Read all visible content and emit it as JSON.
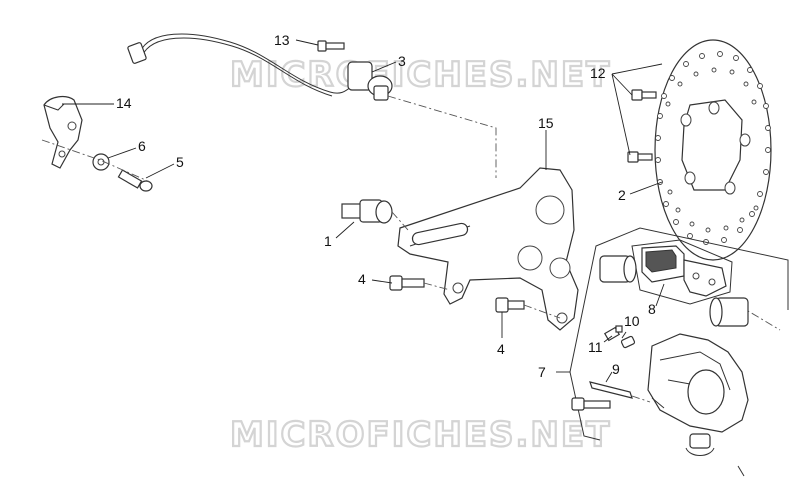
{
  "watermark": "MICROFICHES.NET",
  "callouts": {
    "c1": "1",
    "c2": "2",
    "c3": "3",
    "c4a": "4",
    "c4b": "4",
    "c5": "5",
    "c6": "6",
    "c7": "7",
    "c8": "8",
    "c9": "9",
    "c10": "10",
    "c11": "11",
    "c12": "12",
    "c13": "13",
    "c14": "14",
    "c15": "15"
  },
  "colors": {
    "line": "#333333",
    "watermark_stroke": "#d4d4d4",
    "pad_fill": "#555555"
  }
}
